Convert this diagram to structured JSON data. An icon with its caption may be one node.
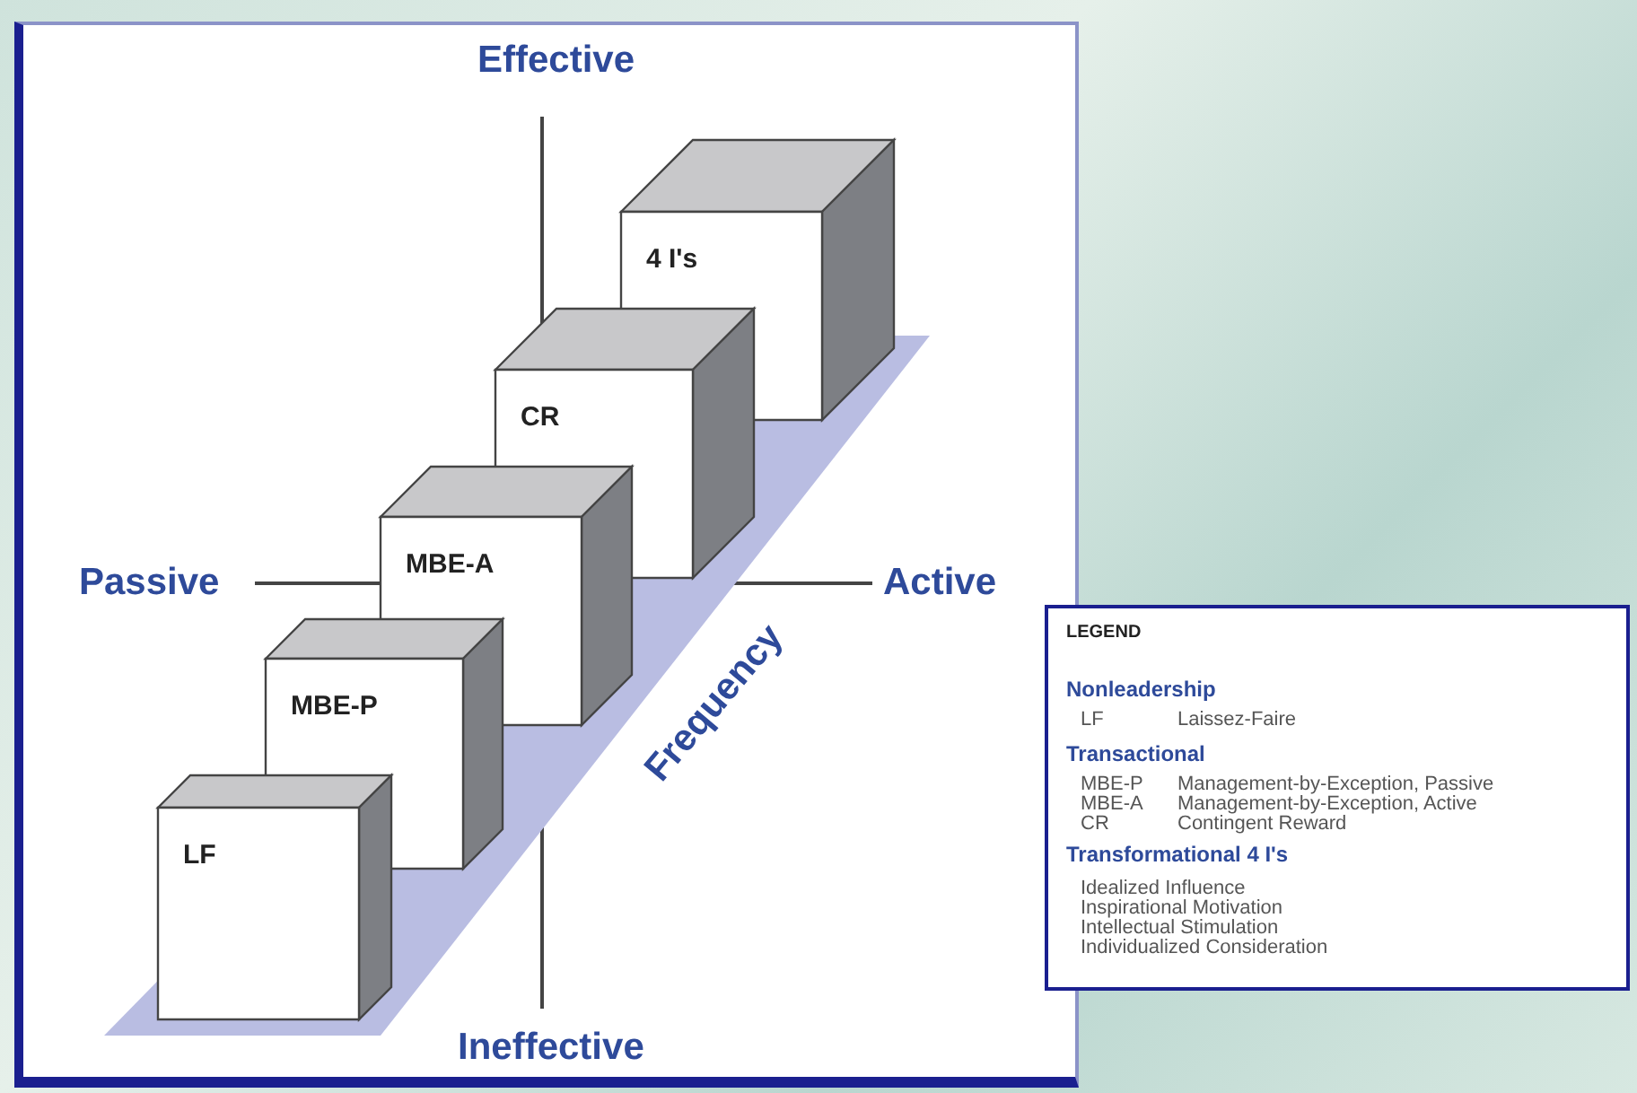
{
  "diagram": {
    "nodes": [
      {
        "text": [
          "4 I's"
        ]
      },
      {
        "text": [
          "CR"
        ]
      },
      {
        "text": [
          "MBE-A"
        ]
      },
      {
        "text": [
          "MBE-P"
        ]
      },
      {
        "text": [
          "LF"
        ]
      },
      {
        "text": [
          "LEGEND",
          "Nonleadership",
          "LF",
          "Laissez-Faire",
          "Transactional",
          "MBE-P",
          "Management-by-Exception, Passive",
          "MBE-A",
          "Management-by-Exception, Active",
          "CR",
          "Contingent Reward",
          "Transformational 4 I's",
          "Idealized Influence",
          "Inspirational Motivation",
          "Intellectual Stimulation",
          "Individualized Consideration"
        ]
      }
    ],
    "edges": [],
    "labels": [
      "Effective",
      "Passive",
      "Active",
      "Frequency",
      "Ineffective"
    ]
  }
}
